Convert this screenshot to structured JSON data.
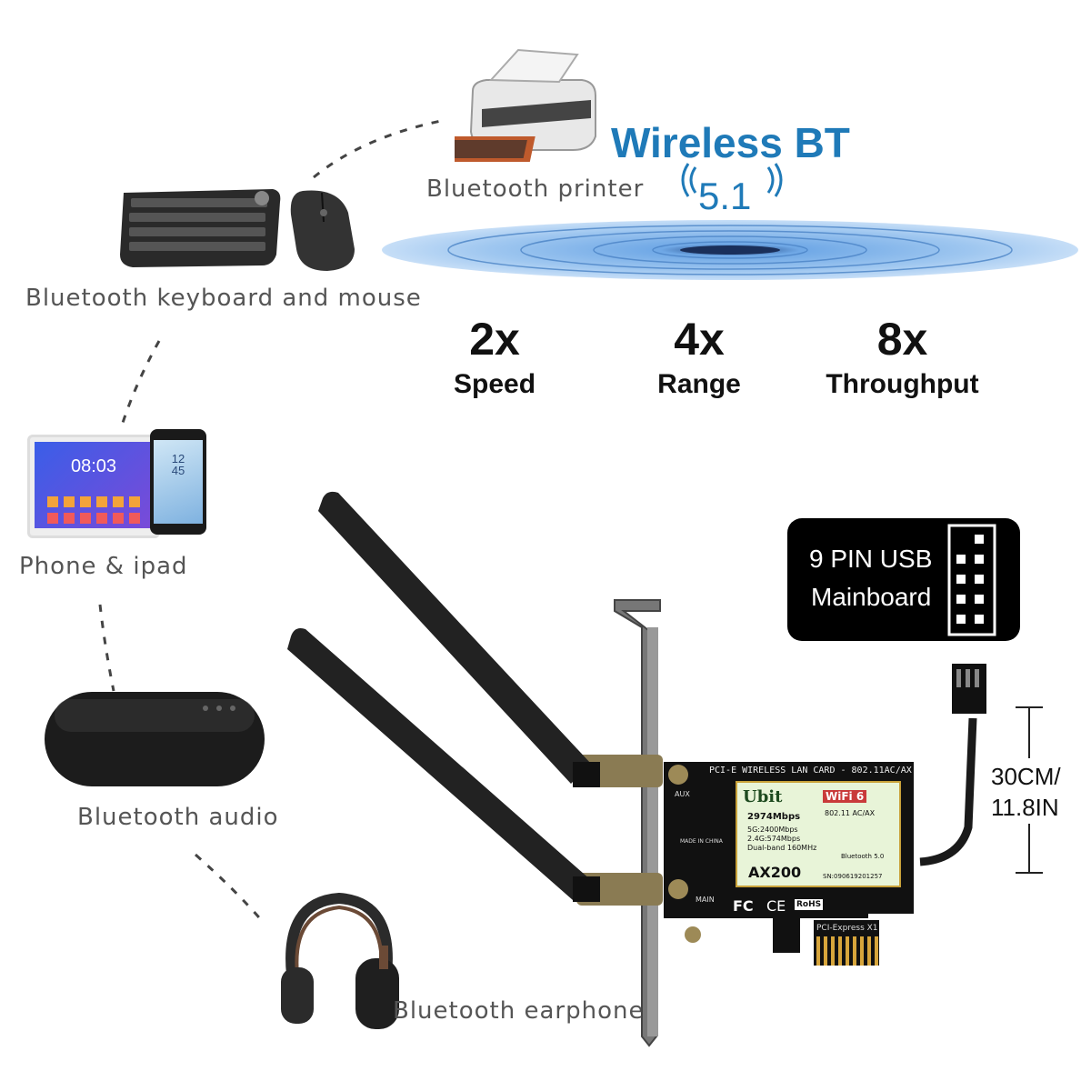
{
  "header": {
    "title": "Wireless BT",
    "version": "5.1"
  },
  "devices": {
    "printer": "Bluetooth printer",
    "keyboard_mouse": "Bluetooth keyboard and mouse",
    "phone_ipad": "Phone & ipad",
    "audio": "Bluetooth audio",
    "earphone": "Bluetooth earphone"
  },
  "stats": [
    {
      "value": "2x",
      "label": "Speed"
    },
    {
      "value": "4x",
      "label": "Range"
    },
    {
      "value": "8x",
      "label": "Throughput"
    }
  ],
  "usb_box": {
    "line1": "9 PIN USB",
    "line2": "Mainboard"
  },
  "cable_length": {
    "line1": "30CM/",
    "line2": "11.8IN"
  },
  "tablet_time": "08:03",
  "phone_time": "12\n45",
  "card": {
    "header": "PCI-E WIRELESS LAN CARD - 802.11AC/AX",
    "brand": "Ubit",
    "badge": "WiFi 6",
    "std": "802.11 AC/AX",
    "speed": "2974Mbps",
    "band5": "5G:2400Mbps",
    "band24": "2.4G:574Mbps",
    "dual": "Dual-band 160MHz",
    "bt": "Bluetooth 5.0",
    "model": "AX200",
    "serial": "SN:090619201257",
    "aux": "AUX",
    "main": "MAIN",
    "made_in": "MADE IN CHINA",
    "slot": "PCI-Express X1",
    "fc": "FC",
    "ce": "CE",
    "rohs": "RoHS"
  },
  "colors": {
    "accent": "#1f7ab8",
    "box": "#000000",
    "label": "#555555"
  }
}
